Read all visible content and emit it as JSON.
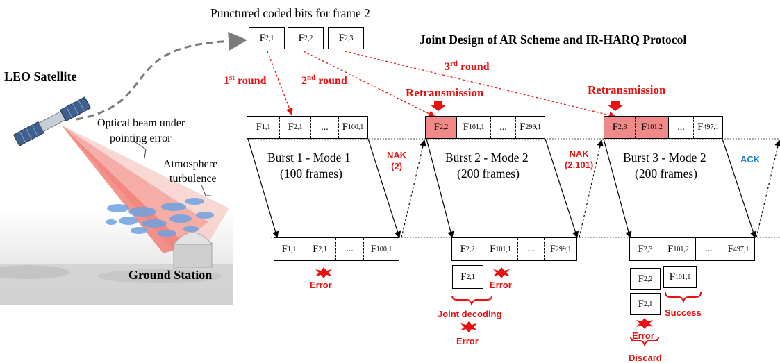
{
  "top_label": "Punctured coded bits for frame 2",
  "diagram_title": "Joint Design of AR Scheme and IR-HARQ Protocol",
  "punctured_bits": [
    {
      "base": "F",
      "sub": "2,1"
    },
    {
      "base": "F",
      "sub": "2,2"
    },
    {
      "base": "F",
      "sub": "2,3"
    }
  ],
  "rounds": [
    {
      "num": "1",
      "suffix": "st",
      "word": " round"
    },
    {
      "num": "2",
      "suffix": "nd",
      "word": " round"
    },
    {
      "num": "3",
      "suffix": "rd",
      "word": " round"
    }
  ],
  "retransmission_label": "Retransmission",
  "scene": {
    "satellite_label": "LEO Satellite",
    "beam_label_1": "Optical beam under",
    "beam_label_2": "pointing error",
    "atmo_label_1": "Atmosphere",
    "atmo_label_2": "turbulence",
    "ground_label": "Ground Station"
  },
  "bursts": [
    {
      "title": "Burst 1 - Mode 1",
      "subtitle": "(100 frames)",
      "tx_cells": [
        {
          "base": "F",
          "sub": "1,1"
        },
        {
          "base": "F",
          "sub": "2,1"
        },
        {
          "base": "...",
          "sub": ""
        },
        {
          "base": "F",
          "sub": "100,1"
        }
      ],
      "rx_cells": [
        {
          "base": "F",
          "sub": "1,1"
        },
        {
          "base": "F",
          "sub": "2,1"
        },
        {
          "base": "...",
          "sub": ""
        },
        {
          "base": "F",
          "sub": "100,1"
        }
      ],
      "feedback": [
        "NAK",
        "(2)"
      ]
    },
    {
      "title": "Burst 2 - Mode 2",
      "subtitle": "(200 frames)",
      "tx_cells": [
        {
          "base": "F",
          "sub": "2,2"
        },
        {
          "base": "F",
          "sub": "101,1"
        },
        {
          "base": "...",
          "sub": ""
        },
        {
          "base": "F",
          "sub": "299,1"
        }
      ],
      "rx_cells": [
        {
          "base": "F",
          "sub": "2,2"
        },
        {
          "base": "F",
          "sub": "101,1"
        },
        {
          "base": "...",
          "sub": ""
        },
        {
          "base": "F",
          "sub": "299,1"
        }
      ],
      "feedback": [
        "NAK",
        "(2,101)"
      ]
    },
    {
      "title": "Burst 3 - Mode 2",
      "subtitle": "(200 frames)",
      "tx_cells": [
        {
          "base": "F",
          "sub": "2,3"
        },
        {
          "base": "F",
          "sub": "101,2"
        },
        {
          "base": "...",
          "sub": ""
        },
        {
          "base": "F",
          "sub": "497,1"
        }
      ],
      "rx_cells": [
        {
          "base": "F",
          "sub": "2,3"
        },
        {
          "base": "F",
          "sub": "101,2"
        },
        {
          "base": "...",
          "sub": ""
        },
        {
          "base": "F",
          "sub": "497,1"
        }
      ],
      "feedback": [
        "ACK"
      ]
    }
  ],
  "decode_boxes": {
    "b2_stack": [
      {
        "base": "F",
        "sub": "2,1"
      }
    ],
    "b3_stack": [
      {
        "base": "F",
        "sub": "2,2"
      },
      {
        "base": "F",
        "sub": "2,1"
      }
    ],
    "b3_side": {
      "base": "F",
      "sub": "101,1"
    }
  },
  "results": {
    "error": "Error",
    "joint_decoding": "Joint decoding",
    "success": "Success",
    "discard": "Discard"
  },
  "colors": {
    "red": "#e8110f",
    "blue": "#1a7fd0",
    "highlight": "#f08a8a"
  }
}
